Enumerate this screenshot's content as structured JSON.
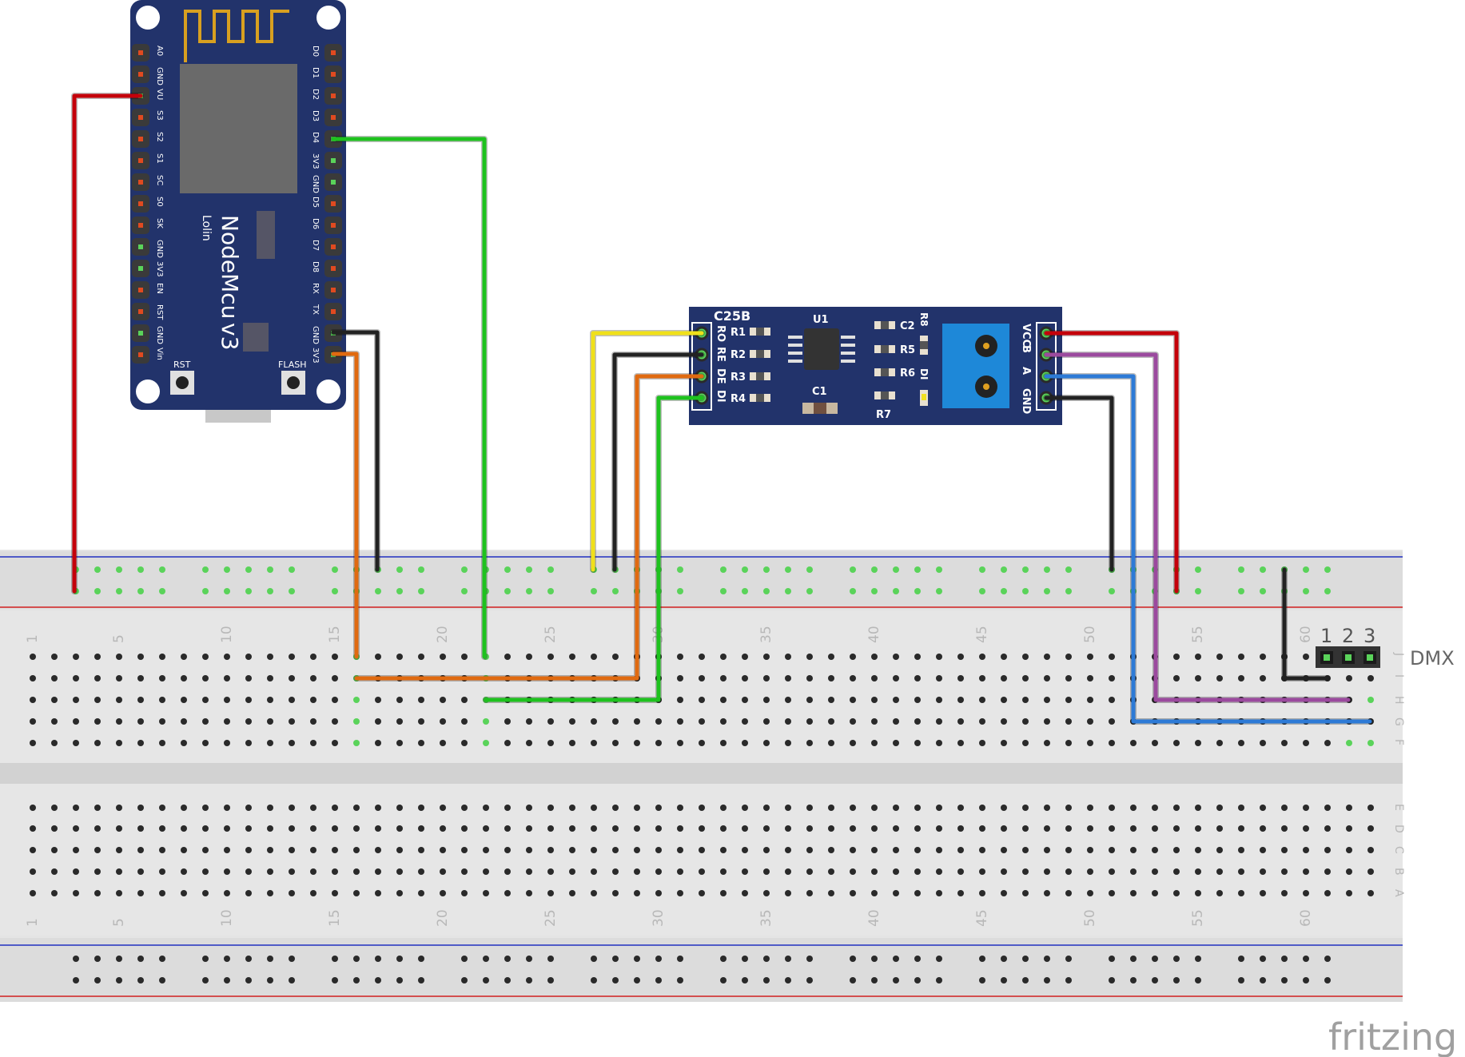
{
  "nodemcu": {
    "name": "NodeMcu",
    "version": "v3",
    "maker": "Lolin",
    "left_pins": [
      "A0",
      "GND",
      "VU",
      "S3",
      "S2",
      "S1",
      "SC",
      "S0",
      "SK",
      "GND",
      "3V3",
      "EN",
      "RST",
      "GND",
      "Vin"
    ],
    "right_pins": [
      "D0",
      "D1",
      "D2",
      "D3",
      "D4",
      "3V3",
      "GND",
      "D5",
      "D6",
      "D7",
      "D8",
      "RX",
      "TX",
      "GND",
      "3V3"
    ],
    "button_rst": "RST",
    "button_flash": "FLASH"
  },
  "rs485": {
    "name": "C25B",
    "chip": "U1",
    "left_pins": [
      "RO",
      "RE",
      "DE",
      "DI"
    ],
    "right_pins": [
      "VCC",
      "B",
      "A",
      "GND"
    ],
    "resistors_left": [
      "R1",
      "R2",
      "R3",
      "R4"
    ],
    "caps": [
      "C1",
      "C2"
    ],
    "right_parts": [
      "R5",
      "R6",
      "R7",
      "R8",
      "DI"
    ]
  },
  "breadboard": {
    "column_numbers": [
      "1",
      "5",
      "10",
      "15",
      "20",
      "25",
      "30",
      "35",
      "40",
      "45",
      "50",
      "55",
      "60"
    ],
    "top_rows": [
      "J",
      "I",
      "H",
      "G",
      "F"
    ],
    "bottom_rows": [
      "E",
      "D",
      "C",
      "B",
      "A"
    ]
  },
  "dmx": {
    "label": "DMX",
    "pins": [
      "1",
      "2",
      "3"
    ]
  },
  "watermark": "fritzing",
  "colors": {
    "wire_red": "#c4000a",
    "wire_black": "#222222",
    "wire_green": "#1ec21e",
    "wire_orange": "#e06a10",
    "wire_yellow": "#f0e01a",
    "wire_purple": "#9b4a9e",
    "wire_blue": "#2d7ad6",
    "board_blue": "#22336b",
    "breadboard": "#e8e8e8",
    "rail_red": "#d22020",
    "rail_blue": "#2030c0"
  }
}
